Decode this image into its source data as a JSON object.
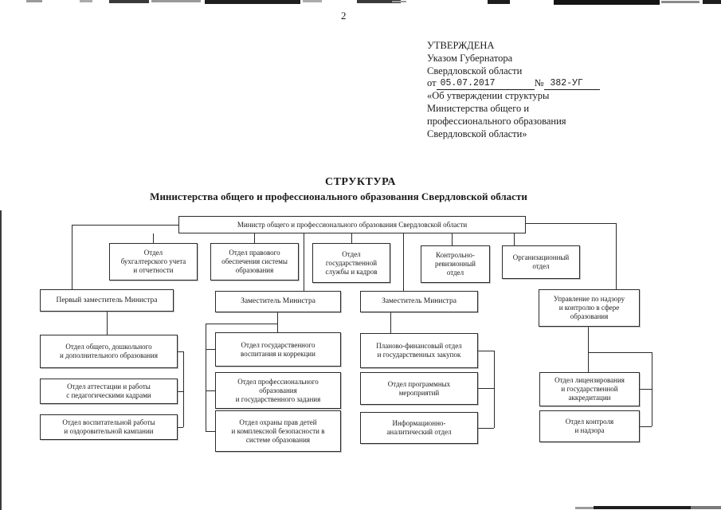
{
  "page_number": "2",
  "approval": {
    "line1": "УТВЕРЖДЕНА",
    "line2": "Указом Губернатора",
    "line3": "Свердловской области",
    "date_label": "от",
    "date_value": "05.07.2017",
    "no_label": "№",
    "no_value": "382-УГ",
    "line5": "«Об утверждении структуры",
    "line6": "Министерства общего и",
    "line7": "профессионального образования",
    "line8": "Свердловской области»"
  },
  "title": {
    "line1": "СТРУКТУРА",
    "line2": "Министерства общего и профессионального образования Свердловской области"
  },
  "org": {
    "minister": "Министр общего и профессионального образования Свердловской области",
    "departments": [
      "Отдел\nбухгалтерского учета\nи отчетности",
      "Отдел правового\nобеспечения системы\nобразования",
      "Отдел\nгосударственной\nслужбы и кадров",
      "Контрольно-\nревизионный\nотдел",
      "Организационный\nотдел"
    ],
    "deputies": [
      "Первый заместитель Министра",
      "Заместитель Министра",
      "Заместитель Министра"
    ],
    "management": "Управление по надзору\nи контролю в сфере\nобразования",
    "col_first_deputy": [
      "Отдел общего, дошкольного\nи дополнительного образования",
      "Отдел аттестации и работы\nс педагогическими кадрами",
      "Отдел воспитательной работы\nи оздоровительной кампании"
    ],
    "col_deputy1": [
      "Отдел государственного\nвоспитания и коррекции",
      "Отдел профессионального\nобразования\nи государственного задания",
      "Отдел охраны прав детей\nи комплексной безопасности в\nсистеме образования"
    ],
    "col_deputy2": [
      "Планово-финансовый отдел\nи государственных закупок",
      "Отдел программных\nмероприятий",
      "Информационно-\nаналитический отдел"
    ],
    "col_management": [
      "Отдел лицензирования\nи государственной\nаккредитации",
      "Отдел контроля\nи надзора"
    ]
  },
  "colors": {
    "paper": "#ffffff",
    "ink": "#1b1b1b",
    "line": "#2b2b2b"
  }
}
